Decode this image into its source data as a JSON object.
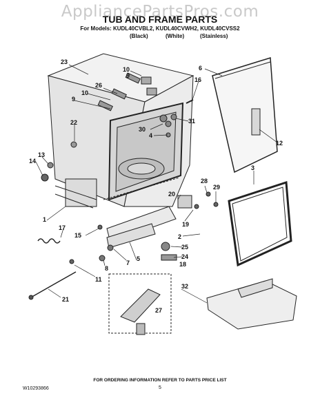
{
  "watermark": "AppliancePartsPros.com",
  "header": {
    "title": "TUB AND FRAME PARTS",
    "models_line": "For Models: KUDL40CVBL2, KUDL40CVWH2, KUDL40CVSS2",
    "finishes": [
      "(Black)",
      "(White)",
      "(Stainless)"
    ]
  },
  "callouts": [
    "23",
    "10",
    "9",
    "26",
    "10",
    "9",
    "22",
    "13",
    "14",
    "1",
    "17",
    "15",
    "6",
    "16",
    "31",
    "30",
    "4",
    "12",
    "3",
    "28",
    "29",
    "20",
    "19",
    "2",
    "25",
    "24",
    "7",
    "5",
    "8",
    "11",
    "18",
    "27",
    "21",
    "32"
  ],
  "footer": {
    "ordering_note": "FOR ORDERING INFORMATION REFER TO PARTS PRICE LIST",
    "page_number": "5",
    "document_number": "W10293866"
  }
}
